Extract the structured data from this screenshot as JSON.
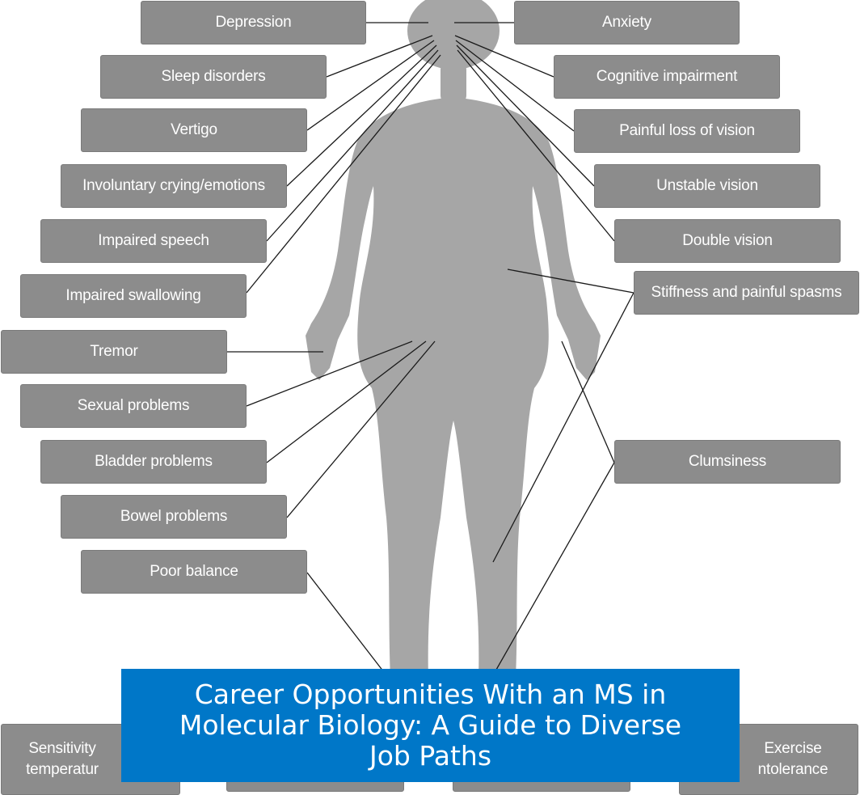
{
  "colors": {
    "box_fill": "#8c8c8c",
    "box_text": "#ffffff",
    "silhouette": "#a6a6a6",
    "connector": "#1a1a1a",
    "banner_fill": "#0077c8",
    "banner_text": "#ffffff"
  },
  "labels": {
    "depression": "Depression",
    "sleep_disorders": "Sleep disorders",
    "vertigo": "Vertigo",
    "involuntary_crying": "Involuntary crying/emotions",
    "impaired_speech": "Impaired speech",
    "impaired_swallowing": "Impaired swallowing",
    "tremor": "Tremor",
    "sexual_problems": "Sexual problems",
    "bladder_problems": "Bladder problems",
    "bowel_problems": "Bowel problems",
    "poor_balance": "Poor balance",
    "anxiety": "Anxiety",
    "cognitive_impairment": "Cognitive impairment",
    "painful_loss_of_vision": "Painful loss of vision",
    "unstable_vision": "Unstable vision",
    "double_vision": "Double vision",
    "stiffness": "Stiffness and painful spasms",
    "clumsiness": "Clumsiness",
    "sensitivity_temperature": "Sensitivity temperatur",
    "exercise_intolerance": "Exercise ntolerance"
  },
  "banner": {
    "title": "Career Opportunities With an MS in Molecular Biology: A Guide to Diverse Job Paths"
  }
}
